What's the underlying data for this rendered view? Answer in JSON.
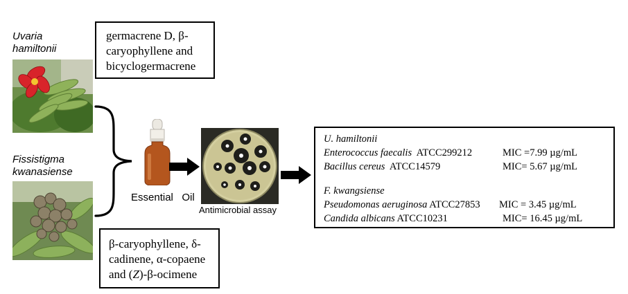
{
  "plant1": {
    "name": "Uvaria hamiltonii",
    "name_line1": "Uvaria",
    "name_line2": "hamiltonii",
    "image": "flowering shrub with red flower and green fruit pods"
  },
  "plant2": {
    "name": "Fissistigma kwanasiense",
    "name_line1": "Fissistigma",
    "name_line2": "kwanasiense",
    "image": "cluster of round brownish fruits among leaves"
  },
  "compounds_box_1": {
    "line1": "germacrene D, β-",
    "line2": "caryophyllene and",
    "line3": "bicyclogermacrene"
  },
  "compounds_box_2": {
    "line1": "β-caryophyllene, δ-",
    "line2": "cadinene, α-copaene",
    "line3_prefix": "and (",
    "line3_italic": "Z",
    "line3_suffix": ")-β-ocimene"
  },
  "essential_oil_label": "Essential   Oil",
  "assay_label": "Antimicrobial assay",
  "results": {
    "group1": {
      "title": "U. hamiltonii",
      "rows": [
        {
          "organism": "Enterococcus faecalis",
          "strain": "ATCC299212",
          "mic": "MIC =7.99 µg/mL"
        },
        {
          "organism": "Bacillus cereus",
          "strain": "ATCC14579",
          "mic": "MIC= 5.67  µg/mL"
        }
      ]
    },
    "group2": {
      "title": "F. kwangsiense",
      "rows": [
        {
          "organism": "Pseudomonas aeruginosa",
          "strain": "ATCC27853",
          "mic": "MIC = 3.45 µg/mL"
        },
        {
          "organism": "Candida albicans",
          "strain": "ATCC10231",
          "mic": "MIC= 16.45 µg/mL"
        }
      ]
    }
  },
  "icons": [
    "curly-brace-icon",
    "dropper-bottle-icon",
    "petri-dish-icon",
    "arrow-right-icon"
  ],
  "colors": {
    "bottle": "#b4561e",
    "petri": "#d4cfa0",
    "arrow": "#000000",
    "leaf": "#5d8a3a",
    "flower": "#d8242a"
  }
}
